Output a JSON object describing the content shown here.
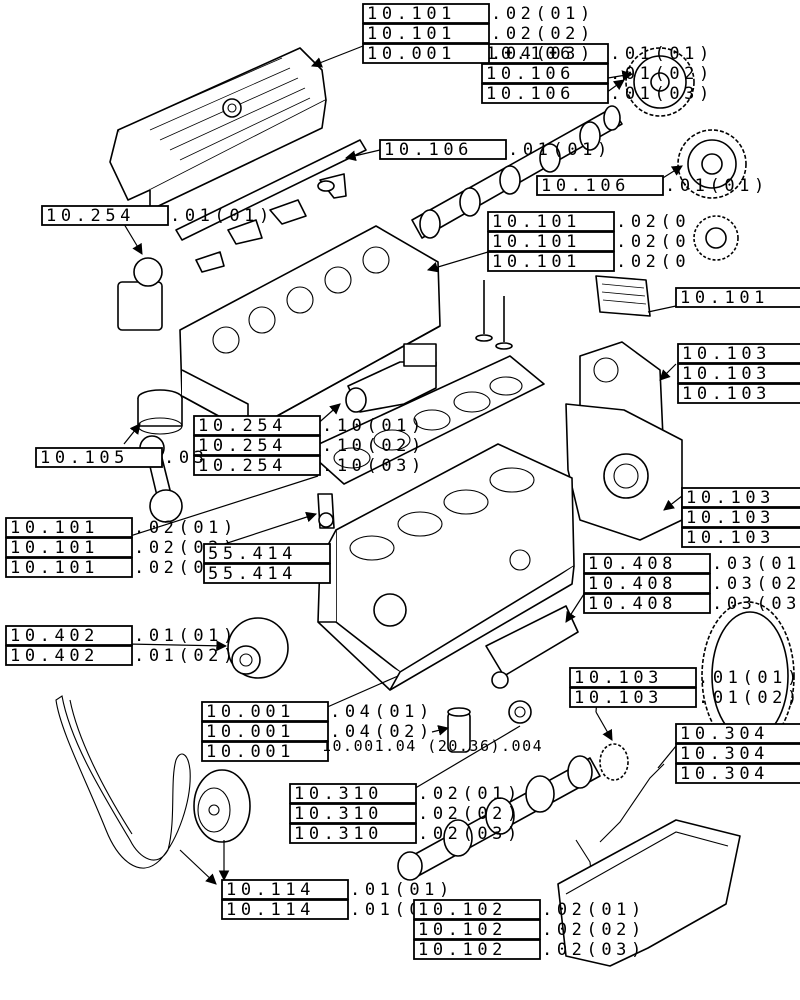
{
  "callouts": {
    "c01": {
      "code": "10.101",
      "suffix": ".02(01)"
    },
    "c02": {
      "code": "10.101",
      "suffix": ".02(02)"
    },
    "c03": {
      "code": "10.101",
      "suffix": ".02(0"
    },
    "c04": {
      "code": "10.106",
      "suffix": ".01(01)"
    },
    "c05": {
      "code": "10.106",
      "suffix": ".01(02)"
    },
    "c06": {
      "code": "10.106",
      "suffix": ".01(03)"
    },
    "c07": {
      "code": "10.106",
      "suffix": ".01(01)"
    },
    "c08": {
      "code": "10.254",
      "suffix": ".01(01)"
    },
    "c09": {
      "code": "10.106",
      "suffix": ".01(01)"
    },
    "c10": {
      "code": "10.101",
      "suffix": ".02(0"
    },
    "c11": {
      "code": "10.101",
      "suffix": ".02(0"
    },
    "c12": {
      "code": "10.101",
      "suffix": ".02(0"
    },
    "c13": {
      "code": "10.101",
      "suffix": "."
    },
    "c14": {
      "code": "10.103",
      "suffix": "."
    },
    "c15": {
      "code": "10.103",
      "suffix": "."
    },
    "c16": {
      "code": "10.103",
      "suffix": "."
    },
    "c17": {
      "code": "10.254",
      "suffix": ".10(01)"
    },
    "c18": {
      "code": "10.254",
      "suffix": ".10(02)"
    },
    "c19": {
      "code": "10.254",
      "suffix": ".10(03)"
    },
    "c20": {
      "code": "10.105",
      "suffix": ".03"
    },
    "c21": {
      "code": "10.103",
      "suffix": "."
    },
    "c22": {
      "code": "10.103",
      "suffix": "."
    },
    "c23": {
      "code": "10.103",
      "suffix": "."
    },
    "c24": {
      "code": "10.101",
      "suffix": ".02(01)"
    },
    "c25": {
      "code": "10.101",
      "suffix": ".02(02)"
    },
    "c26": {
      "code": "10.101",
      "suffix": ".02(03)"
    },
    "c27": {
      "code": "55.414",
      "suffix": ""
    },
    "c28": {
      "code": "55.414",
      "suffix": ""
    },
    "c29": {
      "code": "10.408",
      "suffix": ".03(01"
    },
    "c30": {
      "code": "10.408",
      "suffix": ".03(02"
    },
    "c31": {
      "code": "10.408",
      "suffix": ".03(03"
    },
    "c32": {
      "code": "10.402",
      "suffix": ".01(01)"
    },
    "c33": {
      "code": "10.402",
      "suffix": ".01(02)"
    },
    "c34": {
      "code": "10.103",
      "suffix": ".01(01)"
    },
    "c35": {
      "code": "10.103",
      "suffix": ".01(02)"
    },
    "c36": {
      "code": "10.304",
      "suffix": "."
    },
    "c37": {
      "code": "10.304",
      "suffix": "."
    },
    "c38": {
      "code": "10.304",
      "suffix": "."
    },
    "c39": {
      "code": "10.001",
      "suffix": ".04(01)"
    },
    "c40": {
      "code": "10.001",
      "suffix": ".04(02)"
    },
    "c41": {
      "code": "10.001",
      "suffix": ""
    },
    "c41b": {
      "code": "10.001",
      "suffix": ".04(03)"
    },
    "c42": {
      "code": "10.310",
      "suffix": ".02(01)"
    },
    "c43": {
      "code": "10.310",
      "suffix": ".02(02)"
    },
    "c44": {
      "code": "10.310",
      "suffix": ".02(03)"
    },
    "c45": {
      "code": "10.114",
      "suffix": ".01(01)"
    },
    "c46": {
      "code": "10.114",
      "suffix": ".01(02)"
    },
    "c47": {
      "code": "10.102",
      "suffix": ".02(01)"
    },
    "c48": {
      "code": "10.102",
      "suffix": ".02(02)"
    },
    "c49": {
      "code": "10.102",
      "suffix": ".02(03)"
    }
  },
  "extra_text": {
    "t1": "10.001.04 (20.36).004"
  }
}
